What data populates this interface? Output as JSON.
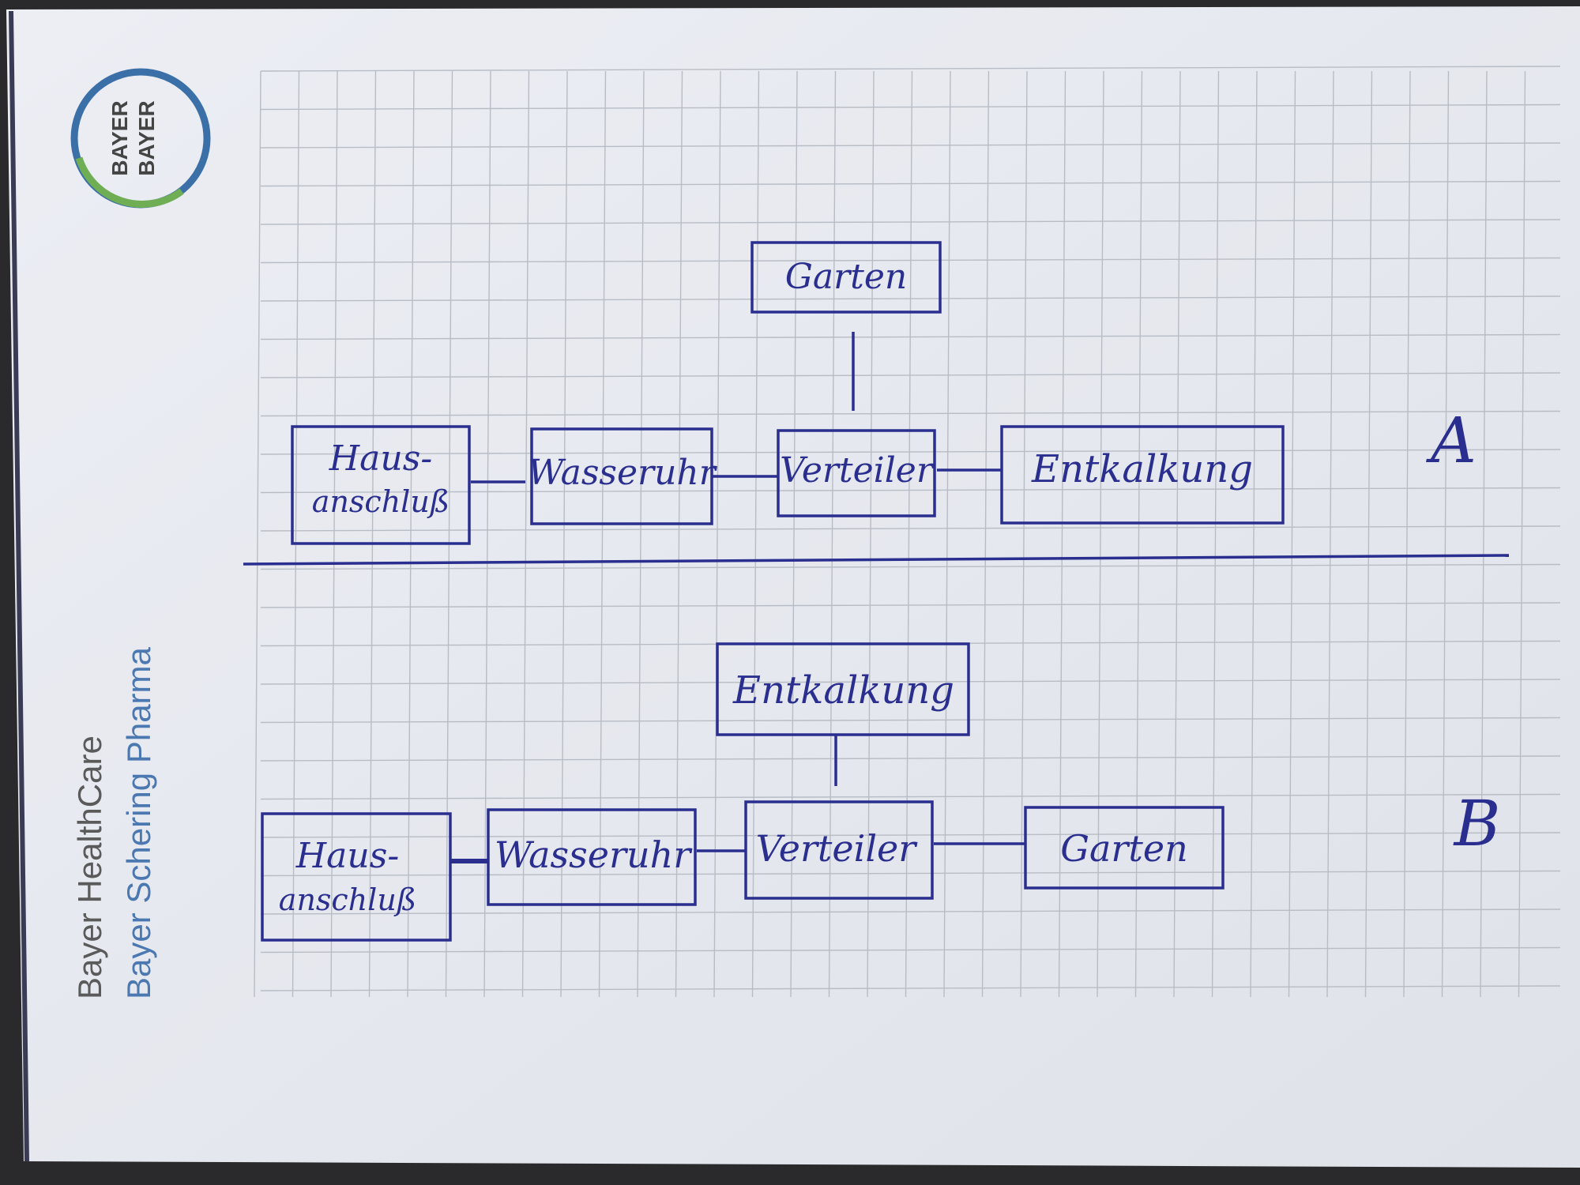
{
  "brand": {
    "logo_letters_vertical": "BAYER",
    "logo_letters_horizontal": "BAYER",
    "line1": "Bayer HealthCare",
    "line2": "Bayer Schering Pharma",
    "colors": {
      "ring_blue": "#3b6fa8",
      "ring_green": "#6fae54",
      "text_grey": "#5a5a5a",
      "text_blue": "#4b78b0"
    }
  },
  "ink_color": "#2a2f8f",
  "grid_color": "#b8bcc4",
  "diagram_a": {
    "label": "A",
    "top_box": "Garten",
    "chain": [
      "Haus-\nanschluß",
      "Wasseruhr",
      "Verteiler",
      "Entkalkung"
    ]
  },
  "diagram_b": {
    "label": "B",
    "top_box": "Entkalkung",
    "chain": [
      "Haus-\nanschluß",
      "Wasseruhr",
      "Verteiler",
      "Garten"
    ]
  }
}
